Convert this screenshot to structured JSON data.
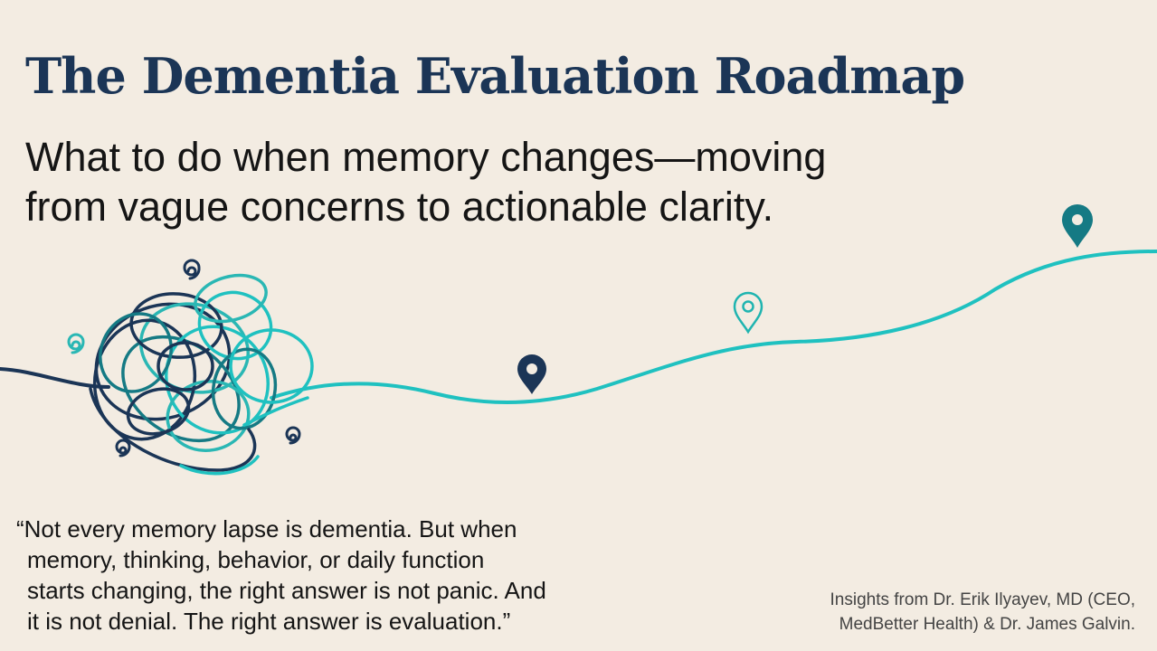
{
  "title": "The Dementia Evaluation Roadmap",
  "subtitle": {
    "line1": "What to do when memory changes—moving",
    "line2": "from vague concerns to actionable clarity."
  },
  "quote": {
    "line1": "“Not every memory lapse is dementia. But when",
    "line2": "memory, thinking, behavior, or daily function",
    "line3": "starts changing, the right answer is not panic. And",
    "line4": "it is not denial. The right answer is evaluation.”"
  },
  "credits": {
    "line1": "Insights from Dr. Erik Ilyayev, MD (CEO,",
    "line2": "MedBetter Health) & Dr. James Galvin."
  },
  "colors": {
    "background": "#f3ece2",
    "navy": "#1b3556",
    "teal": "#1fc1c0",
    "dark_teal": "#157a84"
  },
  "icons": [
    "tangled-scribble-icon",
    "map-pin-icon"
  ]
}
